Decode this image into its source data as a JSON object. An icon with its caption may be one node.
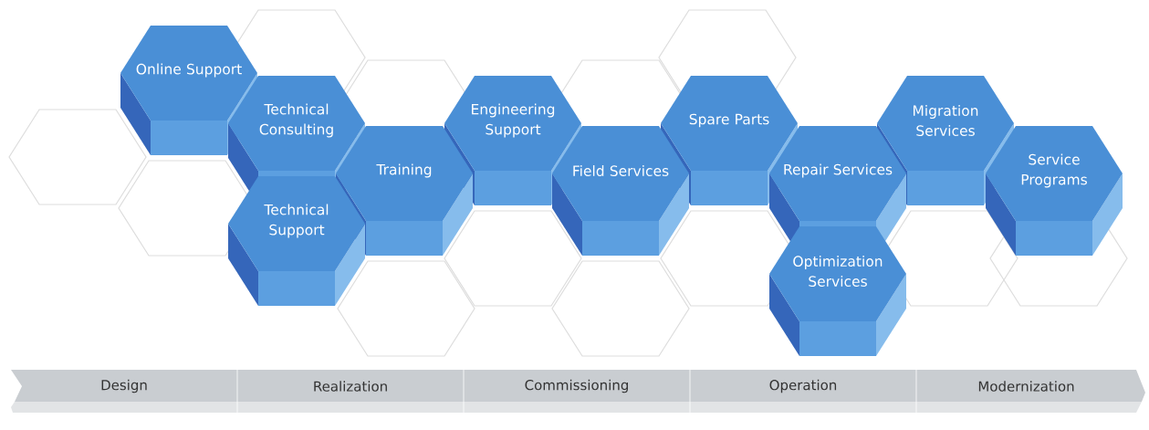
{
  "diagram": {
    "nodes": [
      {
        "text": [
          "Online Support"
        ]
      },
      {
        "text": [
          "Technical Consulting"
        ]
      },
      {
        "text": [
          "Technical Support"
        ]
      },
      {
        "text": [
          "Training"
        ]
      },
      {
        "text": [
          "Engineering Support"
        ]
      },
      {
        "text": [
          "Field Services"
        ]
      },
      {
        "text": [
          "Spare Parts"
        ]
      },
      {
        "text": [
          "Repair Services"
        ]
      },
      {
        "text": [
          "Optimization Services"
        ]
      },
      {
        "text": [
          "Migration Services"
        ]
      },
      {
        "text": [
          "Service Programs"
        ]
      },
      {
        "text": [
          "Design"
        ]
      },
      {
        "text": [
          "Realization"
        ]
      },
      {
        "text": [
          "Commissioning"
        ]
      },
      {
        "text": [
          "Operation"
        ]
      },
      {
        "text": [
          "Modernization"
        ]
      }
    ]
  }
}
